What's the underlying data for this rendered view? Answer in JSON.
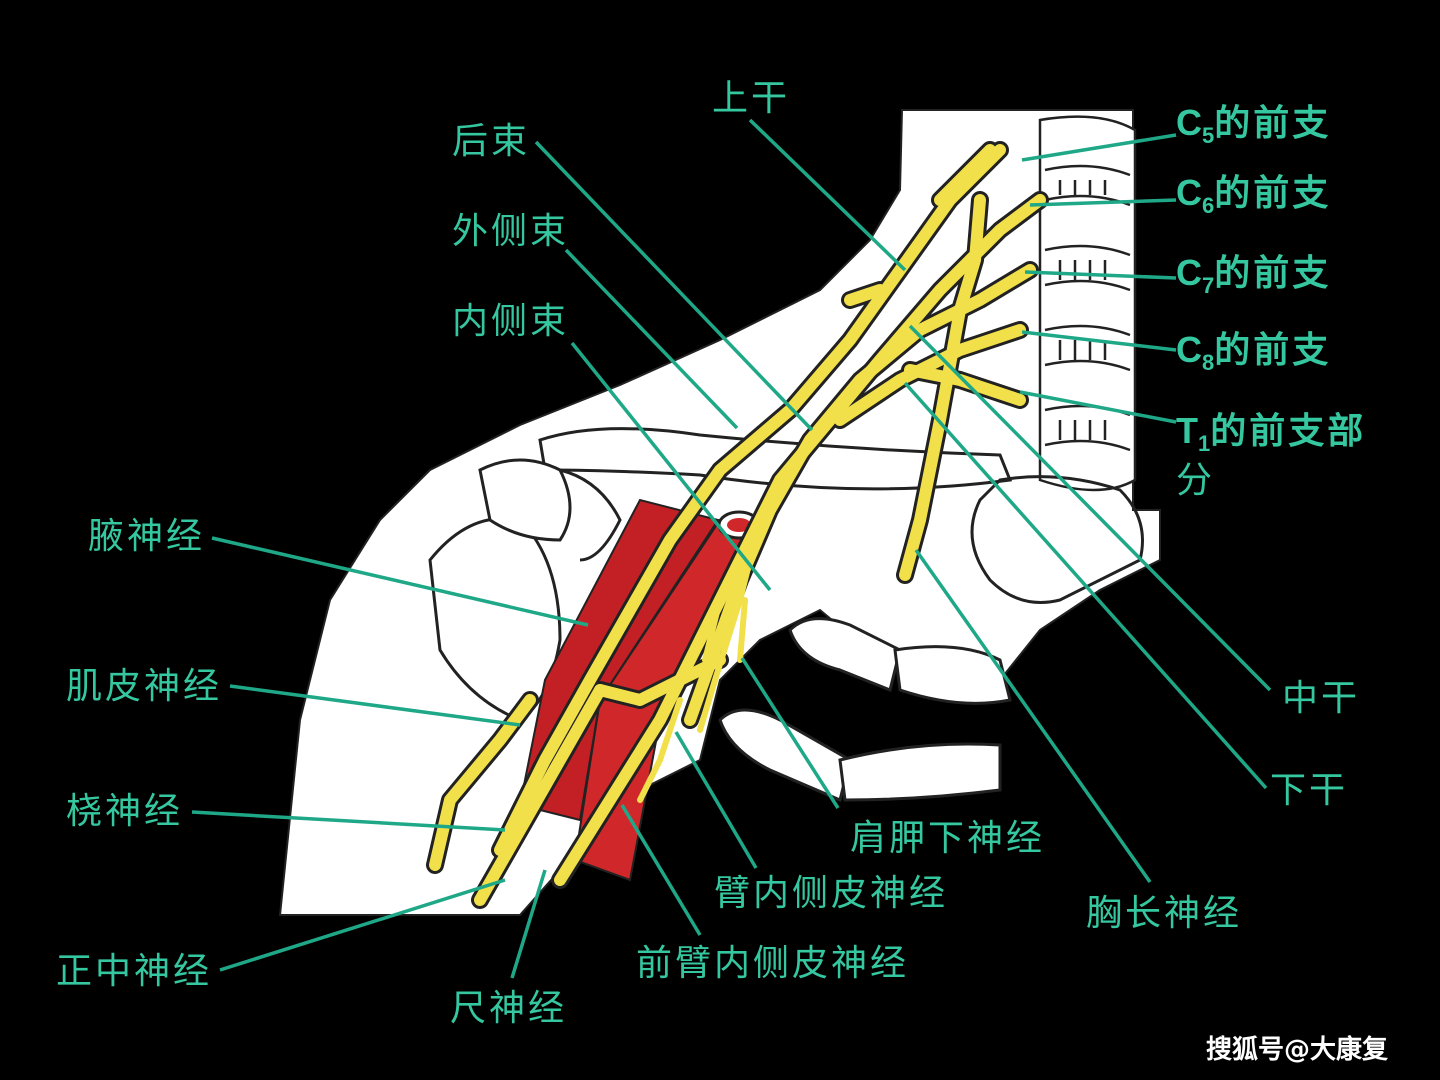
{
  "colors": {
    "background": "#000000",
    "label": "#35c7a0",
    "leader": "#1fa887",
    "nerve": "#f2e04a",
    "nerve_shadow": "#d8c22a",
    "artery": "#d0282a",
    "bone": "#ffffff",
    "watermark": "#ffffff"
  },
  "labels": {
    "upper_trunk": "上干",
    "posterior_cord": "后束",
    "lateral_cord": "外侧束",
    "medial_cord": "内侧束",
    "axillary_nerve": "腋神经",
    "musculocutaneous_nerve": "肌皮神经",
    "radial_nerve": "桡神经",
    "median_nerve": "正中神经",
    "ulnar_nerve": "尺神经",
    "medial_antebrachial_cutaneous": "前臂内侧皮神经",
    "medial_brachial_cutaneous": "臂内侧皮神经",
    "subscapular_nerve": "肩胛下神经",
    "long_thoracic_nerve": "胸长神经",
    "lower_trunk": "下干",
    "middle_trunk": "中干",
    "t1_label": "T",
    "t1_sub": "1",
    "t1_suffix_line1": "的前支部",
    "t1_suffix_line2": "分",
    "c5_label": "C",
    "c5_sub": "5",
    "c5_suffix": "的前支",
    "c6_label": "C",
    "c6_sub": "6",
    "c6_suffix": "的前支",
    "c7_label": "C",
    "c7_sub": "7",
    "c7_suffix": "的前支",
    "c8_label": "C",
    "c8_sub": "8",
    "c8_suffix": "的前支"
  },
  "watermark": "搜狐号@大康复"
}
